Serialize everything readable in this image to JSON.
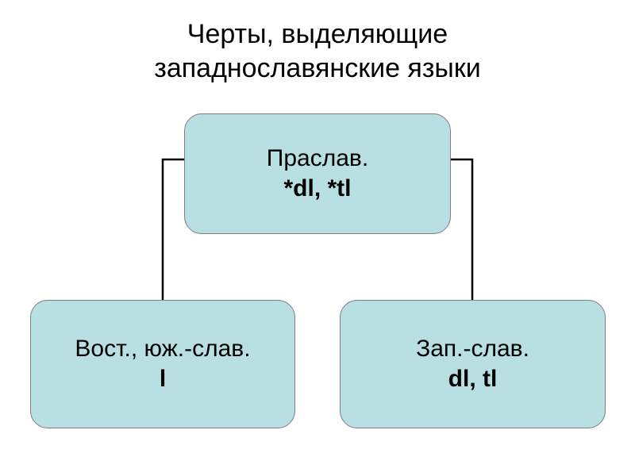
{
  "slide": {
    "title": "Черты, выделяющие\nзападнославянские языки",
    "background_color": "#ffffff"
  },
  "diagram": {
    "node_fill_color": "#b8dfe2",
    "node_border_color": "#7f7f7f",
    "connector_color": "#000000",
    "nodes": [
      {
        "id": "proto-slavic",
        "name": "Праслав.",
        "reflex": "*dl, *tl"
      },
      {
        "id": "east-south-slavic",
        "name": "Вост., юж.-слав.",
        "reflex": "l"
      },
      {
        "id": "west-slavic",
        "name": "Зап.-слав.",
        "reflex": "dl, tl"
      }
    ],
    "connectors": [
      {
        "id": "proto-to-east-south",
        "from": "proto-slavic",
        "to": "east-south-slavic"
      },
      {
        "id": "proto-to-west",
        "from": "proto-slavic",
        "to": "west-slavic"
      }
    ]
  }
}
